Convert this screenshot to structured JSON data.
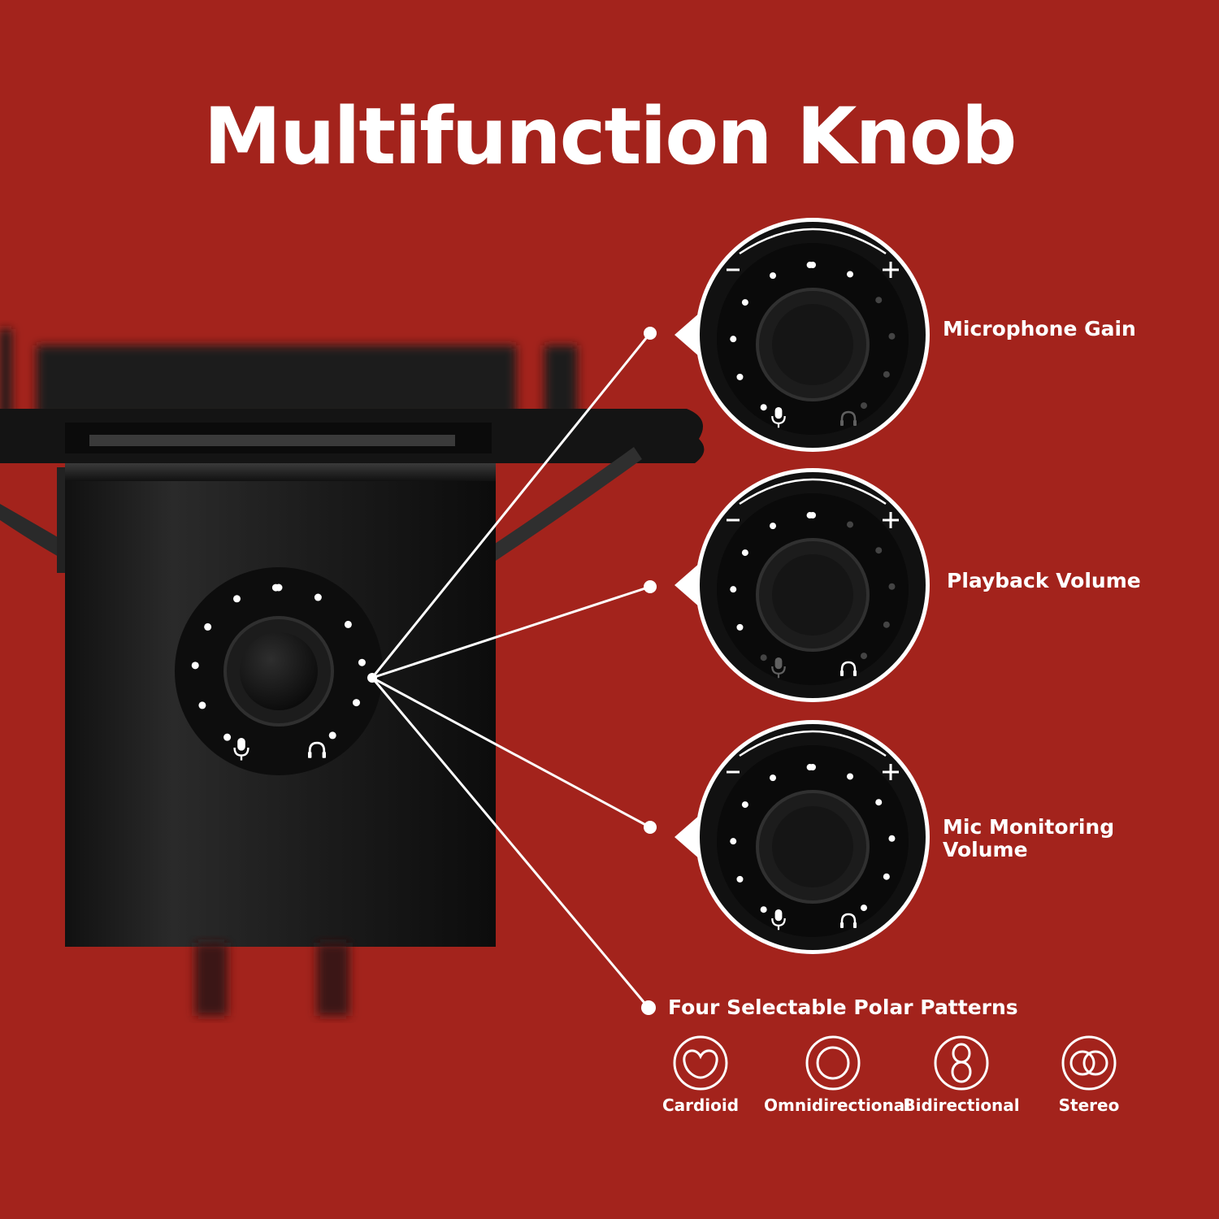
{
  "headline": "Multifunction Knob",
  "callouts": [
    {
      "label": "Microphone Gain"
    },
    {
      "label": "Playback Volume"
    },
    {
      "label": "Mic Monitoring Volume"
    }
  ],
  "polar_patterns": {
    "heading": "Four Selectable Polar Patterns",
    "items": [
      {
        "label": "Cardioid"
      },
      {
        "label": "Omnidirectional"
      },
      {
        "label": "Bidirectional"
      },
      {
        "label": "Stereo"
      }
    ]
  },
  "icons": [
    "microphone-icon",
    "headphones-icon",
    "minus-icon",
    "plus-icon"
  ],
  "colors": {
    "background": "#a3231c",
    "foreground": "#ffffff",
    "device": "#151515"
  }
}
